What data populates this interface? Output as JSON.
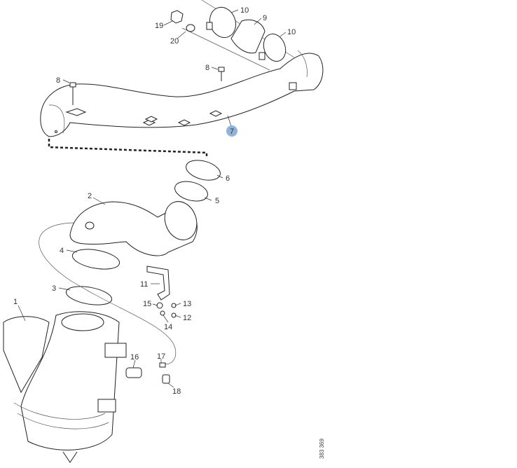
{
  "callouts": [
    {
      "id": "1",
      "text": "1",
      "color": "#1a3d8f"
    },
    {
      "id": "2",
      "text": "2"
    },
    {
      "id": "3",
      "text": "3"
    },
    {
      "id": "4",
      "text": "4"
    },
    {
      "id": "5",
      "text": "5"
    },
    {
      "id": "6",
      "text": "6"
    },
    {
      "id": "7",
      "text": "7",
      "highlight": "#8fb3d9"
    },
    {
      "id": "8a",
      "text": "8"
    },
    {
      "id": "8b",
      "text": "8"
    },
    {
      "id": "9",
      "text": "9"
    },
    {
      "id": "10a",
      "text": "10"
    },
    {
      "id": "10b",
      "text": "10"
    },
    {
      "id": "11",
      "text": "11"
    },
    {
      "id": "12",
      "text": "12"
    },
    {
      "id": "13",
      "text": "13"
    },
    {
      "id": "14",
      "text": "14"
    },
    {
      "id": "15",
      "text": "15"
    },
    {
      "id": "16",
      "text": "16"
    },
    {
      "id": "17",
      "text": "17"
    },
    {
      "id": "18",
      "text": "18"
    },
    {
      "id": "19",
      "text": "19"
    },
    {
      "id": "20",
      "text": "20"
    }
  ],
  "drawing_number": "383 369"
}
